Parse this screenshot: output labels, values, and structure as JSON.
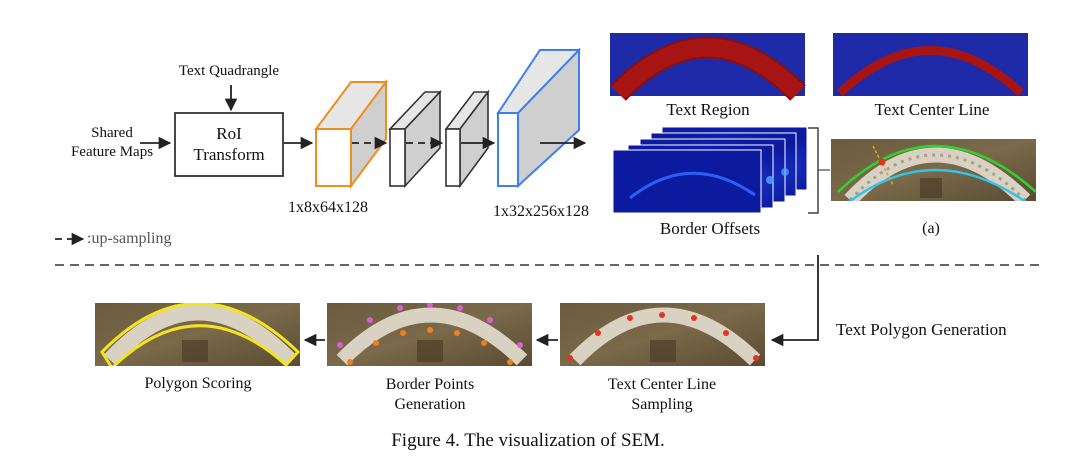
{
  "figure": {
    "caption": "Figure 4. The visualization of SEM.",
    "legend": {
      "symbol": "− − ▶",
      "text": ":up-sampling"
    }
  },
  "pipeline": {
    "input_label_line1": "Shared",
    "input_label_line2": "Feature Maps",
    "top_input": "Text Quadrangle",
    "roi_line1": "RoI",
    "roi_line2": "Transform",
    "size_small": "1x8x64x128",
    "size_large": "1x32x256x128"
  },
  "outputs": {
    "text_region": "Text Region",
    "text_center_line": "Text Center Line",
    "border_offsets": "Border Offsets",
    "panel_a": "(a)"
  },
  "bottom": {
    "polygon_generation": "Text Polygon Generation",
    "step1_line1": "Text Center Line",
    "step1_line2": "Sampling",
    "step2_line1": "Border Points",
    "step2_line2": "Generation",
    "step3": "Polygon Scoring"
  },
  "colors": {
    "orange_block": "#f28c1f",
    "blue_block": "#3d7ff2",
    "heatmap_bg": "#1e2aa8",
    "heatmap_arc": "#9b1010",
    "green_line": "#2fd32f",
    "cyan_line": "#33c3e6",
    "polygon_yellow": "#f2e41f"
  }
}
